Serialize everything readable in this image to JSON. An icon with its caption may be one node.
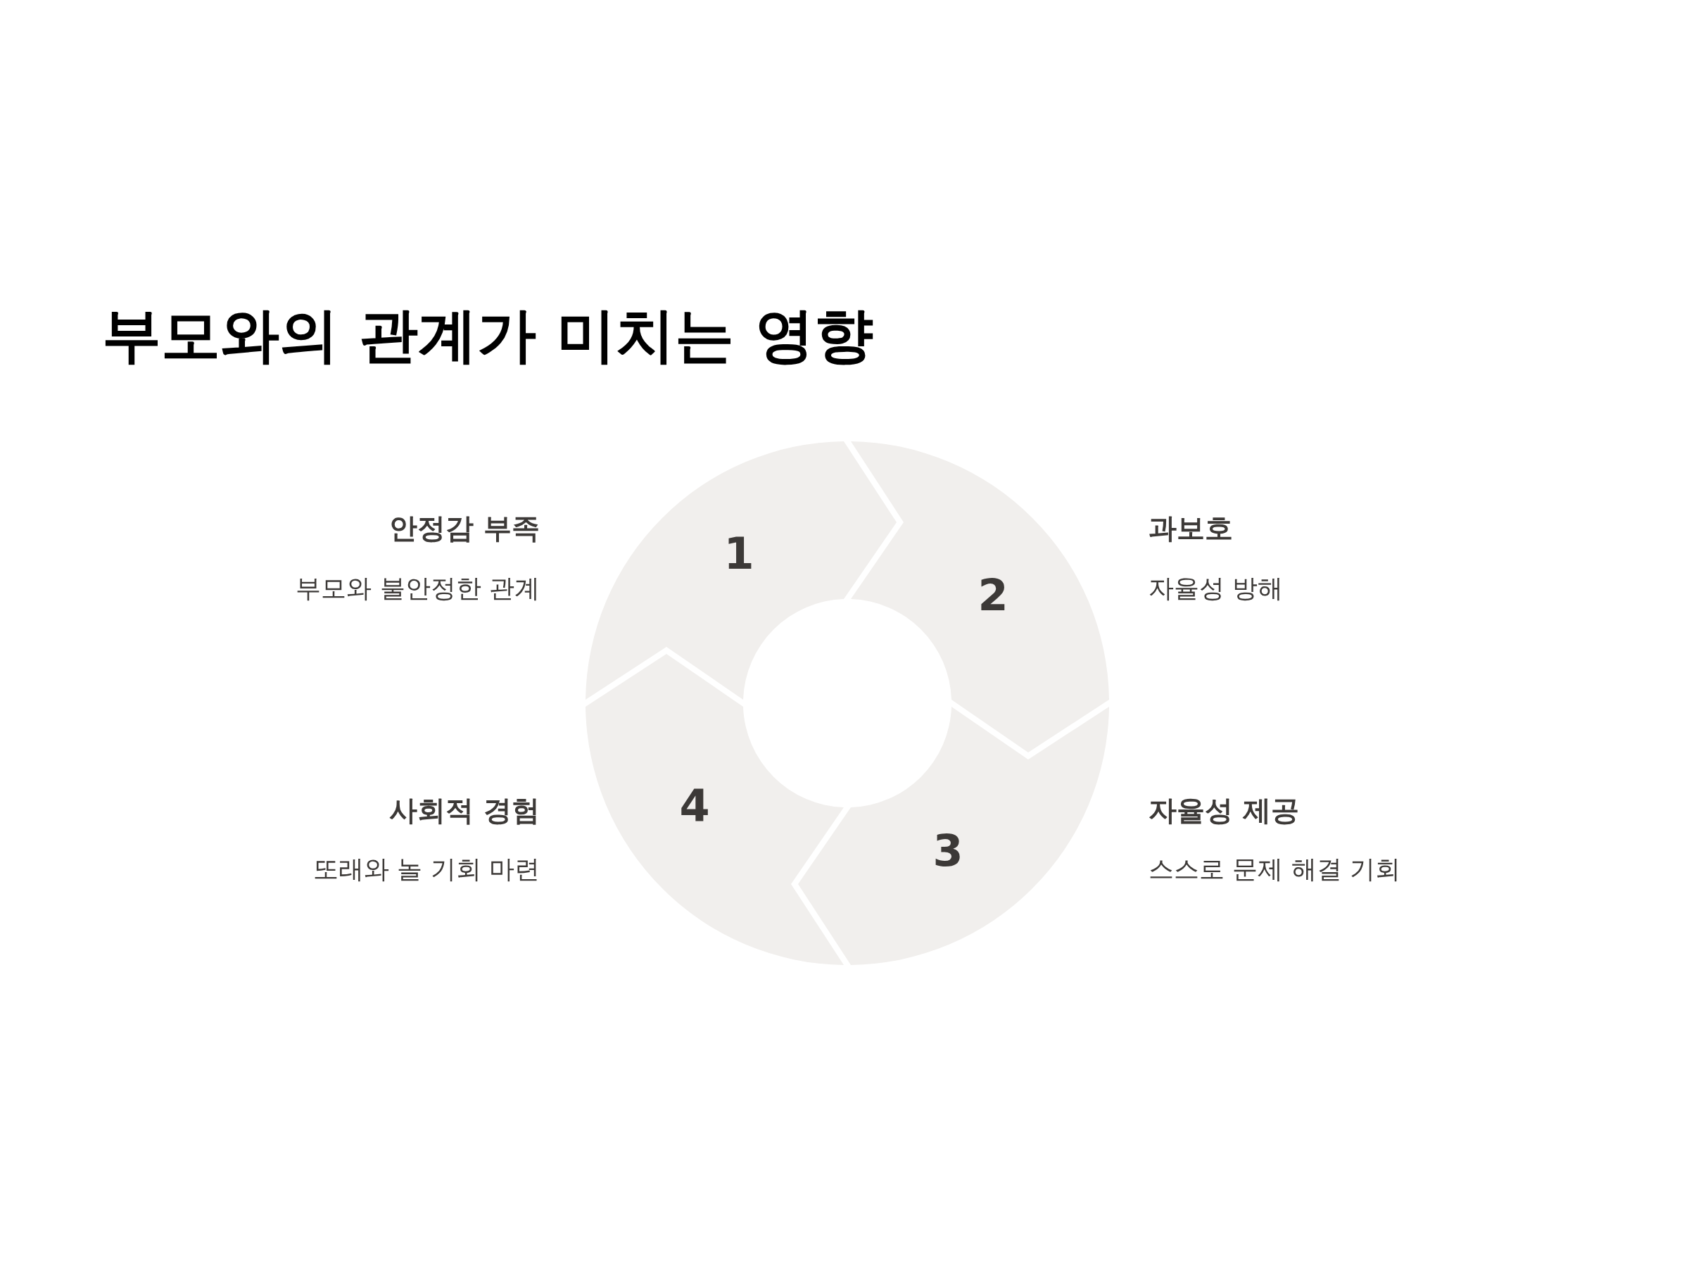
{
  "diagram": {
    "title": "부모와의 관계가 미치는 영향",
    "nodes": [
      {
        "text": [
          "1"
        ],
        "beside": [
          "안정감 부족",
          "부모와 불안정한 관계"
        ]
      },
      {
        "text": [
          "2"
        ],
        "beside": [
          "과보호",
          "자율성 방해"
        ]
      },
      {
        "text": [
          "3"
        ],
        "beside": [
          "자율성 제공",
          "스스로 문제 해결 기회"
        ]
      },
      {
        "text": [
          "4"
        ],
        "beside": [
          "사회적 경험",
          "또래와 놀 기회 마련"
        ]
      }
    ]
  }
}
